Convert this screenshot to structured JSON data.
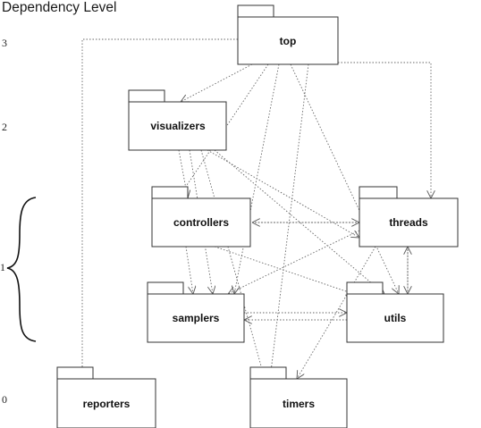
{
  "diagram": {
    "title": "Dependency Level",
    "levels": [
      {
        "id": "lvl3",
        "label": "3"
      },
      {
        "id": "lvl2",
        "label": "2"
      },
      {
        "id": "lvl1",
        "label": "1"
      },
      {
        "id": "lvl0",
        "label": "0"
      }
    ],
    "packages": [
      {
        "id": "top",
        "label": "top"
      },
      {
        "id": "visualizers",
        "label": "visualizers"
      },
      {
        "id": "controllers",
        "label": "controllers"
      },
      {
        "id": "threads",
        "label": "threads"
      },
      {
        "id": "samplers",
        "label": "samplers"
      },
      {
        "id": "utils",
        "label": "utils"
      },
      {
        "id": "reporters",
        "label": "reporters"
      },
      {
        "id": "timers",
        "label": "timers"
      }
    ],
    "dependencies": [
      {
        "from": "top",
        "to": "reporters"
      },
      {
        "from": "top",
        "to": "threads"
      },
      {
        "from": "top",
        "to": "visualizers"
      },
      {
        "from": "top",
        "to": "controllers"
      },
      {
        "from": "top",
        "to": "samplers"
      },
      {
        "from": "top",
        "to": "timers"
      },
      {
        "from": "top",
        "to": "utils"
      },
      {
        "from": "visualizers",
        "to": "controllers"
      },
      {
        "from": "visualizers",
        "to": "samplers"
      },
      {
        "from": "visualizers",
        "to": "threads"
      },
      {
        "from": "visualizers",
        "to": "utils"
      },
      {
        "from": "visualizers",
        "to": "timers"
      },
      {
        "from": "controllers",
        "to": "threads"
      },
      {
        "from": "threads",
        "to": "controllers"
      },
      {
        "from": "controllers",
        "to": "samplers"
      },
      {
        "from": "controllers",
        "to": "utils"
      },
      {
        "from": "threads",
        "to": "samplers"
      },
      {
        "from": "threads",
        "to": "utils"
      },
      {
        "from": "utils",
        "to": "threads"
      },
      {
        "from": "samplers",
        "to": "utils"
      },
      {
        "from": "utils",
        "to": "samplers"
      },
      {
        "from": "threads",
        "to": "timers"
      }
    ]
  }
}
